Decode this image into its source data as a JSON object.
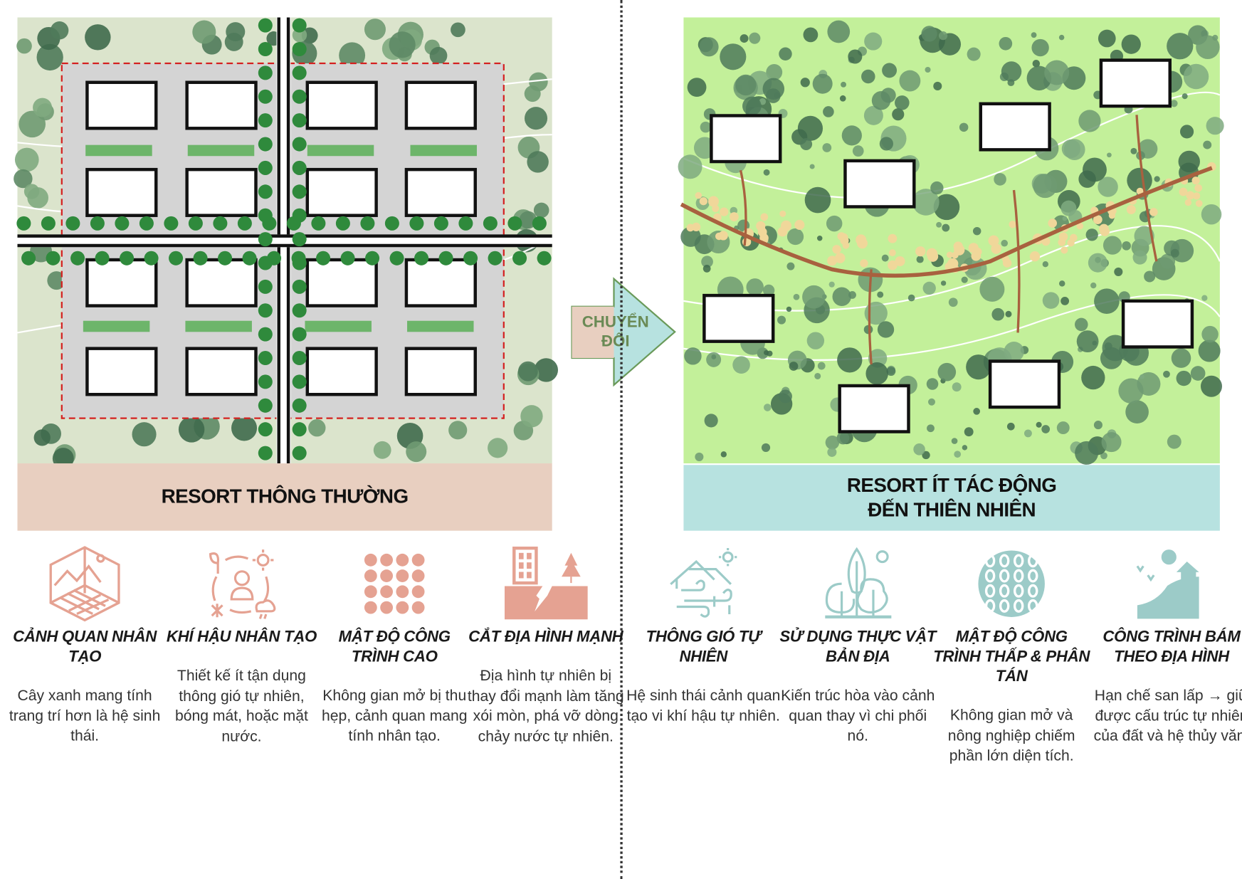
{
  "left": {
    "banner": "RESORT THÔNG THƯỜNG",
    "features": [
      {
        "icon": "artificial-landscape-icon",
        "title": "CẢNH QUAN NHÂN TẠO",
        "desc": "Cây xanh mang tính trang trí hơn là hệ sinh thái."
      },
      {
        "icon": "artificial-climate-icon",
        "title": "KHÍ HẬU NHÂN TẠO",
        "desc": "Thiết kế ít tận dụng thông gió tự nhiên, bóng mát, hoặc mặt nước."
      },
      {
        "icon": "high-density-icon",
        "title": "MẬT ĐỘ CÔNG TRÌNH CAO",
        "desc": "Không gian mở bị thu hẹp, cảnh quan mang tính nhân tạo."
      },
      {
        "icon": "terrain-cut-icon",
        "title": "CẮT ĐỊA HÌNH MẠNH",
        "desc": "Địa hình tự nhiên bị thay đổi mạnh làm tăng xói mòn, phá vỡ dòng chảy nước tự nhiên."
      }
    ]
  },
  "arrow": {
    "label": "CHUYỂN ĐỔI"
  },
  "right": {
    "banner_line1": "RESORT ÍT TÁC ĐỘNG",
    "banner_line2": "ĐẾN THIÊN NHIÊN",
    "features": [
      {
        "icon": "natural-ventilation-icon",
        "title": "THÔNG GIÓ TỰ NHIÊN",
        "desc": "Hệ sinh thái cảnh quan tạo vi khí hậu tự nhiên."
      },
      {
        "icon": "native-plants-icon",
        "title": "SỬ DỤNG THỰC VẬT BẢN ĐỊA",
        "desc": "Kiến trúc hòa vào cảnh quan thay vì chi phối nó."
      },
      {
        "icon": "low-density-icon",
        "title": "MẬT ĐỘ CÔNG TRÌNH THẤP & PHÂN TÁN",
        "desc": "Không gian mở và nông nghiệp chiếm phần lớn diện tích."
      },
      {
        "icon": "terrain-following-icon",
        "title": "CÔNG TRÌNH BÁM THEO ĐỊA HÌNH",
        "desc": "Hạn chế san lấp → giữ được cấu trúc tự nhiên của đất và hệ thủy văn."
      }
    ]
  },
  "colors": {
    "salmon": "#e5a292",
    "teal": "#9ccbc8",
    "left_banner": "#e8cfc0",
    "right_banner": "#b7e2e0",
    "left_ground": "#dbe4cc",
    "right_ground": "#c3f09a",
    "tree": "#4f7a5a",
    "road": "#a8613f"
  }
}
